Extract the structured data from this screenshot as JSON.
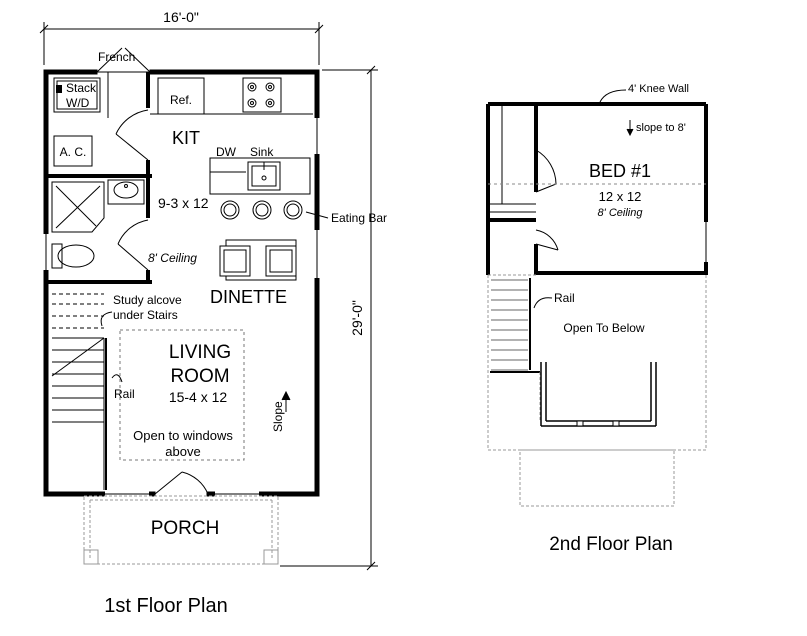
{
  "first_floor": {
    "caption": "1st Floor Plan",
    "width_dim": "16'-0\"",
    "depth_dim": "29'-0\"",
    "labels": {
      "french": "French",
      "stack": "Stack",
      "wd": "W/D",
      "ref": "Ref.",
      "ac": "A. C.",
      "kit": "KIT",
      "dw": "DW",
      "sink": "Sink",
      "kit_size": "9-3 x 12",
      "eating_bar": "Eating Bar",
      "ceiling": "8' Ceiling",
      "dinette": "DINETTE",
      "study_1": "Study alcove",
      "study_2": "under Stairs",
      "living_1": "LIVING",
      "living_2": "ROOM",
      "living_size": "15-4 x 12",
      "rail": "Rail",
      "slope": "Slope",
      "open_1": "Open to windows",
      "open_2": "above",
      "porch": "PORCH"
    }
  },
  "second_floor": {
    "caption": "2nd Floor Plan",
    "labels": {
      "knee_wall": "4' Knee Wall",
      "slope_to": "slope to 8'",
      "bed": "BED #1",
      "bed_size": "12 x 12",
      "ceiling": "8' Ceiling",
      "rail": "Rail",
      "open_below": "Open To Below"
    }
  }
}
